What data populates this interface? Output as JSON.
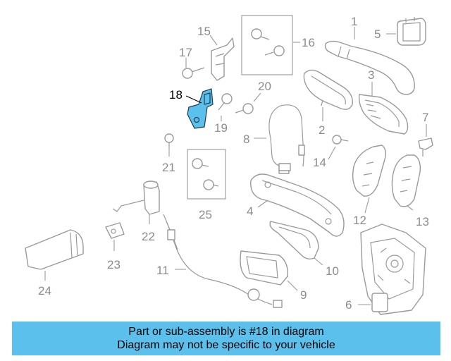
{
  "diagram": {
    "highlight_color": "#5bc0eb",
    "callouts": [
      "1",
      "2",
      "3",
      "4",
      "5",
      "6",
      "7",
      "8",
      "9",
      "10",
      "11",
      "12",
      "13",
      "14",
      "15",
      "16",
      "17",
      "18",
      "19",
      "20",
      "21",
      "22",
      "23",
      "24",
      "25"
    ],
    "highlighted_part": "18"
  },
  "banner": {
    "line1": "Part or sub-assembly is #18 in diagram",
    "line2": "Diagram may not be specific to your vehicle",
    "background": "#5bc0eb"
  }
}
